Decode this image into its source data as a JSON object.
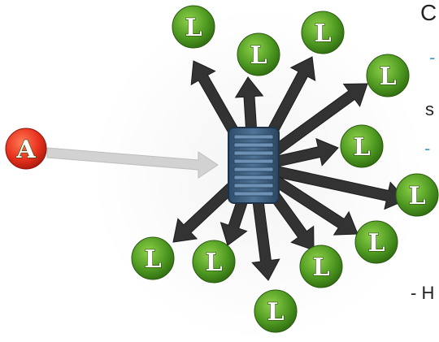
{
  "source_node": {
    "label": "A",
    "color": "#e8321e"
  },
  "server": {
    "icon": "server-rack-icon",
    "color": "#3d5f80"
  },
  "leaf_nodes": [
    {
      "id": "l1",
      "label": "L"
    },
    {
      "id": "l2",
      "label": "L"
    },
    {
      "id": "l3",
      "label": "L"
    },
    {
      "id": "l4",
      "label": "L"
    },
    {
      "id": "l5",
      "label": "L"
    },
    {
      "id": "l6",
      "label": "L"
    },
    {
      "id": "l7",
      "label": "L"
    },
    {
      "id": "l8",
      "label": "L"
    },
    {
      "id": "l9",
      "label": "L"
    },
    {
      "id": "l10",
      "label": "L"
    },
    {
      "id": "l11",
      "label": "L"
    }
  ],
  "leaf_color": "#4f9a22",
  "arrow_color": "#333333",
  "inbound_arrow_color": "#cfcfcf",
  "side_text": {
    "title": "C",
    "line1_dash": "-",
    "line2": "s",
    "line3_dash": "-",
    "line4": "- H"
  }
}
